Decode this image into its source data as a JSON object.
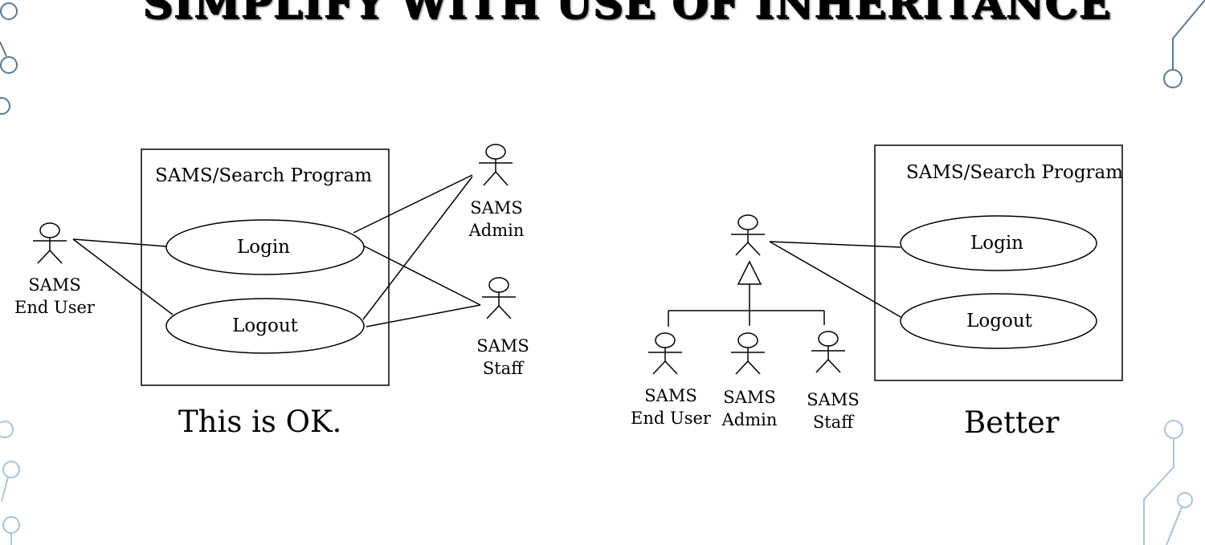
{
  "slide": {
    "title": "SIMPLIFY WITH USE OF INHERITANCE"
  },
  "left_diagram": {
    "system_label": "SAMS/Search Program",
    "use_cases": {
      "login": "Login",
      "logout": "Logout"
    },
    "actors": {
      "end_user": {
        "line1": "SAMS",
        "line2": "End User"
      },
      "admin": {
        "line1": "SAMS",
        "line2": "Admin"
      },
      "staff": {
        "line1": "SAMS",
        "line2": "Staff"
      }
    },
    "caption": "This is OK."
  },
  "right_diagram": {
    "system_label": "SAMS/Search Program",
    "use_cases": {
      "login": "Login",
      "logout": "Logout"
    },
    "actors": {
      "end_user": {
        "line1": "SAMS",
        "line2": "End User"
      },
      "admin": {
        "line1": "SAMS",
        "line2": "Admin"
      },
      "staff": {
        "line1": "SAMS",
        "line2": "Staff"
      }
    },
    "caption": "Better"
  },
  "decor": {
    "circuit_color": "#5b7a94",
    "circuit_light_color": "#a9c4d8"
  }
}
